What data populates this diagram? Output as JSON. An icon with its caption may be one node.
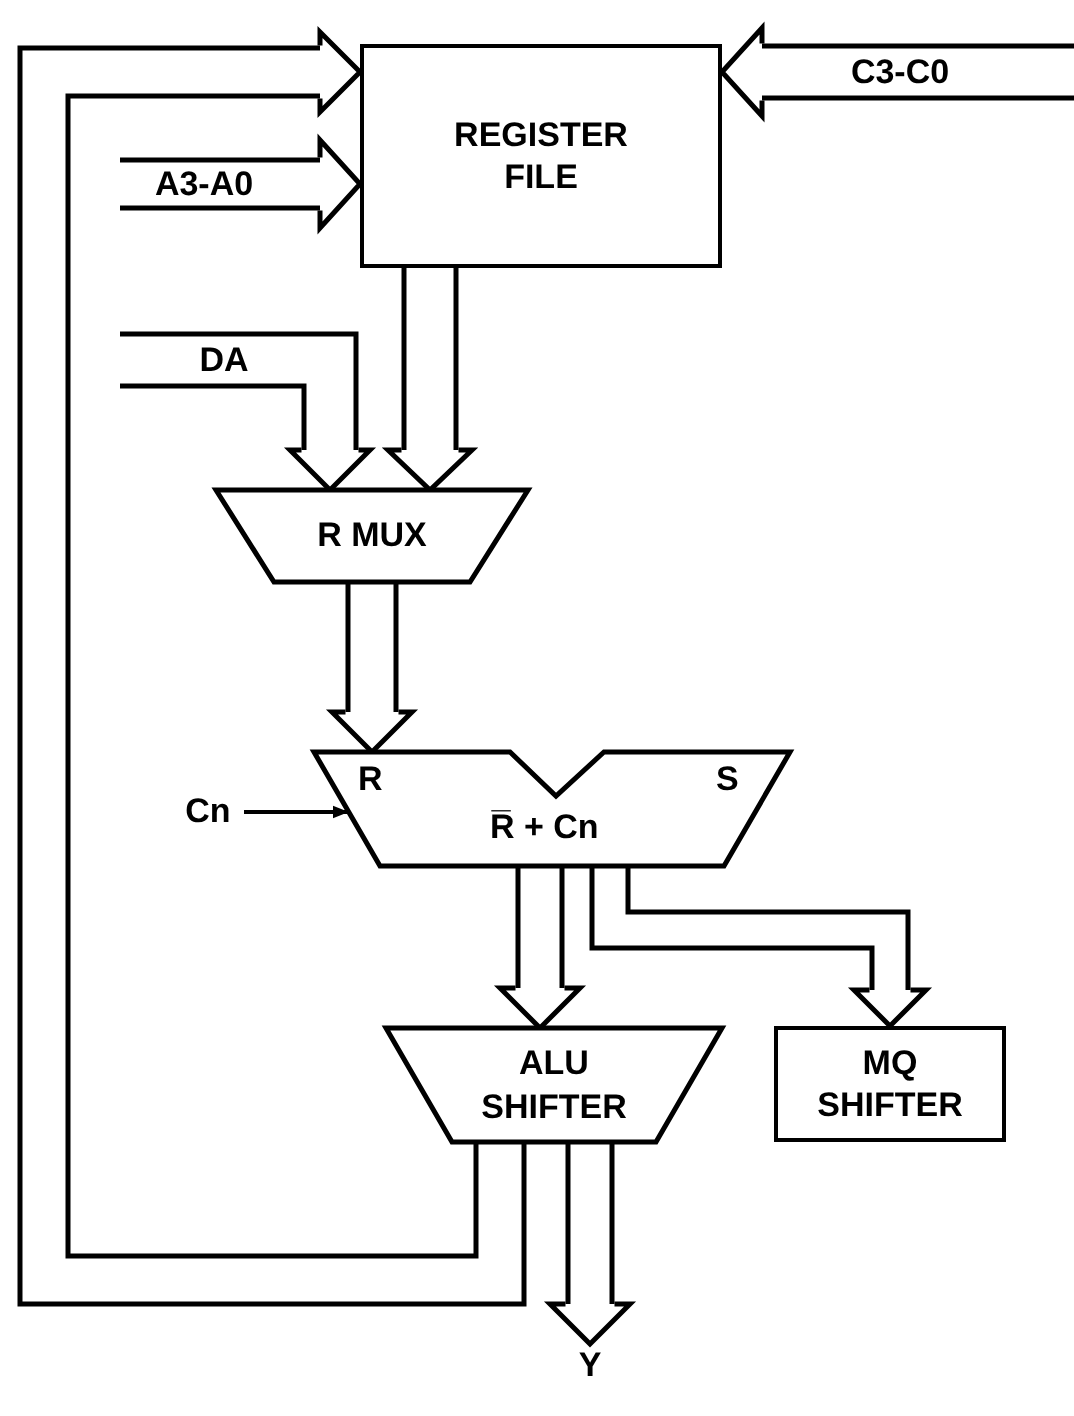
{
  "diagram": {
    "nodes": [
      {
        "text": [
          "REGISTER FILE"
        ]
      },
      {
        "text": [
          "R MUX"
        ]
      },
      {
        "text": [
          "Cn"
        ]
      },
      {
        "text": [
          "R",
          "S",
          "R̅ + Cn"
        ]
      },
      {
        "text": [
          "ALU SHIFTER"
        ]
      },
      {
        "text": [
          "MQ SHIFTER"
        ]
      },
      {
        "text": [
          "Y"
        ]
      }
    ],
    "edges": [
      {
        "from": null,
        "to": 0,
        "arrow": "to",
        "label": "A3-A0"
      },
      {
        "from": null,
        "to": 0,
        "arrow": "to",
        "label": "C3-C0"
      },
      {
        "from": null,
        "to": 1,
        "arrow": "to",
        "label": "DA"
      },
      {
        "from": 0,
        "to": 1,
        "arrow": "to"
      },
      {
        "from": 1,
        "to": 3,
        "arrow": "to"
      },
      {
        "from": 2,
        "to": 3,
        "arrow": "to"
      },
      {
        "from": 3,
        "to": 4,
        "arrow": "to"
      },
      {
        "from": 3,
        "to": 5,
        "arrow": "to"
      },
      {
        "from": 4,
        "to": 6,
        "arrow": "to"
      },
      {
        "from": 4,
        "to": 0,
        "arrow": "to"
      }
    ]
  }
}
